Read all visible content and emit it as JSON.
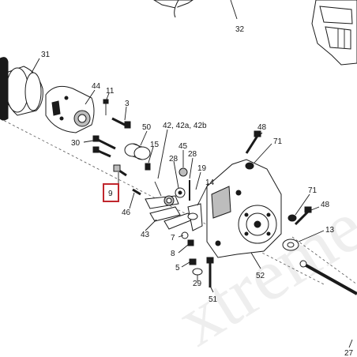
{
  "diagram": {
    "watermark": "xtreme",
    "highlight_color": "#c0272d",
    "callouts": {
      "c32": "32",
      "c31": "31",
      "c44": "44",
      "c11": "11",
      "c3": "3",
      "c50": "50",
      "c42": "42, 42a, 42b",
      "c48a": "48",
      "c71a": "71",
      "c30": "30",
      "c15": "15",
      "c45": "45",
      "c28": "28",
      "c19": "19",
      "c14": "14",
      "c9": "9",
      "c46": "46",
      "c43": "43",
      "c7": "7",
      "c8": "8",
      "c5": "5",
      "c29": "29",
      "c51": "51",
      "c52": "52",
      "c71b": "71",
      "c48b": "48",
      "c13": "13",
      "c27": "27"
    }
  }
}
